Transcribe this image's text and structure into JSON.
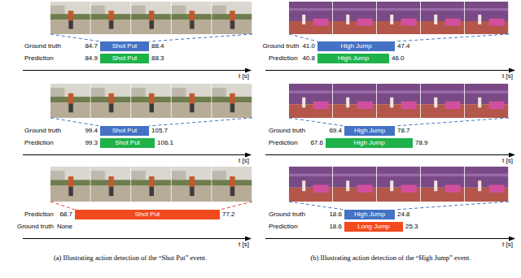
{
  "diagram": {
    "nodes": [
      {
        "text": [
          "Shot Put"
        ]
      },
      {
        "text": [
          "Shot Put"
        ]
      },
      {
        "text": [
          "Shot Put"
        ]
      },
      {
        "text": [
          "Shot Put"
        ]
      },
      {
        "text": [
          "Shot Put"
        ]
      },
      {
        "text": [
          "High Jump"
        ]
      },
      {
        "text": [
          "High Jump"
        ]
      },
      {
        "text": [
          "High Jump"
        ]
      },
      {
        "text": [
          "High Jump"
        ]
      },
      {
        "text": [
          "High Jump"
        ]
      },
      {
        "text": [
          "Long Jump"
        ]
      }
    ],
    "labels": [
      "Ground truth",
      "84.7",
      "88.4",
      "Prediction",
      "84.9",
      "88.3",
      "t [s]",
      "Ground truth",
      "99.4",
      "105.7",
      "Prediction",
      "99.3",
      "106.1",
      "t [s]",
      "Prediction",
      "68.7",
      "77.2",
      "Ground truth",
      "None",
      "t [s]",
      "Ground truth",
      "41.0",
      "47.4",
      "Prediction",
      "40.8",
      "46.0",
      "t [s]",
      "Ground truth",
      "69.4",
      "78.7",
      "Prediction",
      "67.6",
      "78.9",
      "t [s]",
      "Ground truth",
      "18.6",
      "24.8",
      "Prediction",
      "18.6",
      "25.3",
      "t [s]",
      "(a) Illustrating action detection of the “Shot Put” event.",
      "(b) Illustrating action detection of the “High Jump” event."
    ]
  }
}
